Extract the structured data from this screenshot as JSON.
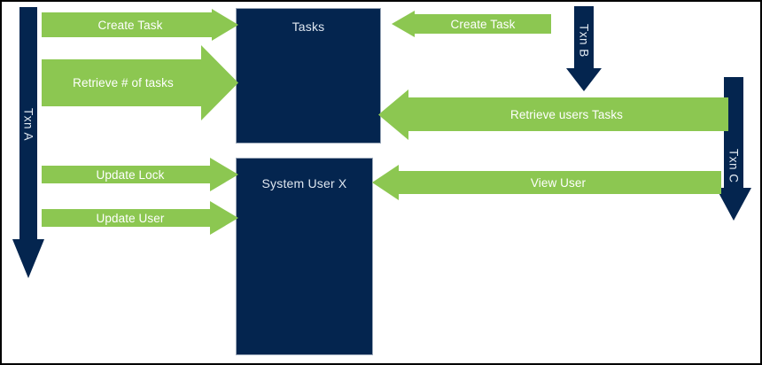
{
  "diagram": {
    "type": "sequence-interaction-diagram",
    "colors": {
      "navy": "#04254f",
      "green": "#8cc751",
      "text_on_navy": "#dfe7f0",
      "text_on_green": "#ffffff",
      "border": "#000000"
    },
    "nodes": [
      {
        "id": "tasks",
        "label": "Tasks"
      },
      {
        "id": "system-user-x",
        "label": "System User X"
      }
    ],
    "transactions": [
      {
        "id": "txn-a",
        "label": "Txn A",
        "direction": "down",
        "side": "left"
      },
      {
        "id": "txn-b",
        "label": "Txn B",
        "direction": "down",
        "side": "top-right"
      },
      {
        "id": "txn-c",
        "label": "Txn C",
        "direction": "down",
        "side": "right"
      }
    ],
    "messages": [
      {
        "id": "create-task-left",
        "label": "Create Task",
        "direction": "right",
        "from": "txn-a",
        "to": "tasks"
      },
      {
        "id": "retrieve-num-tasks",
        "label": "Retrieve # of tasks",
        "direction": "right",
        "from": "txn-a",
        "to": "tasks"
      },
      {
        "id": "create-task-right",
        "label": "Create Task",
        "direction": "left",
        "from": "txn-b",
        "to": "tasks"
      },
      {
        "id": "retrieve-users-tasks",
        "label": "Retrieve users Tasks",
        "direction": "left",
        "from": "txn-c",
        "to": "tasks"
      },
      {
        "id": "update-lock",
        "label": "Update Lock",
        "direction": "right",
        "from": "txn-a",
        "to": "system-user-x"
      },
      {
        "id": "update-user",
        "label": "Update User",
        "direction": "right",
        "from": "txn-a",
        "to": "system-user-x"
      },
      {
        "id": "view-user",
        "label": "View User",
        "direction": "left",
        "from": "txn-c",
        "to": "system-user-x"
      }
    ]
  }
}
